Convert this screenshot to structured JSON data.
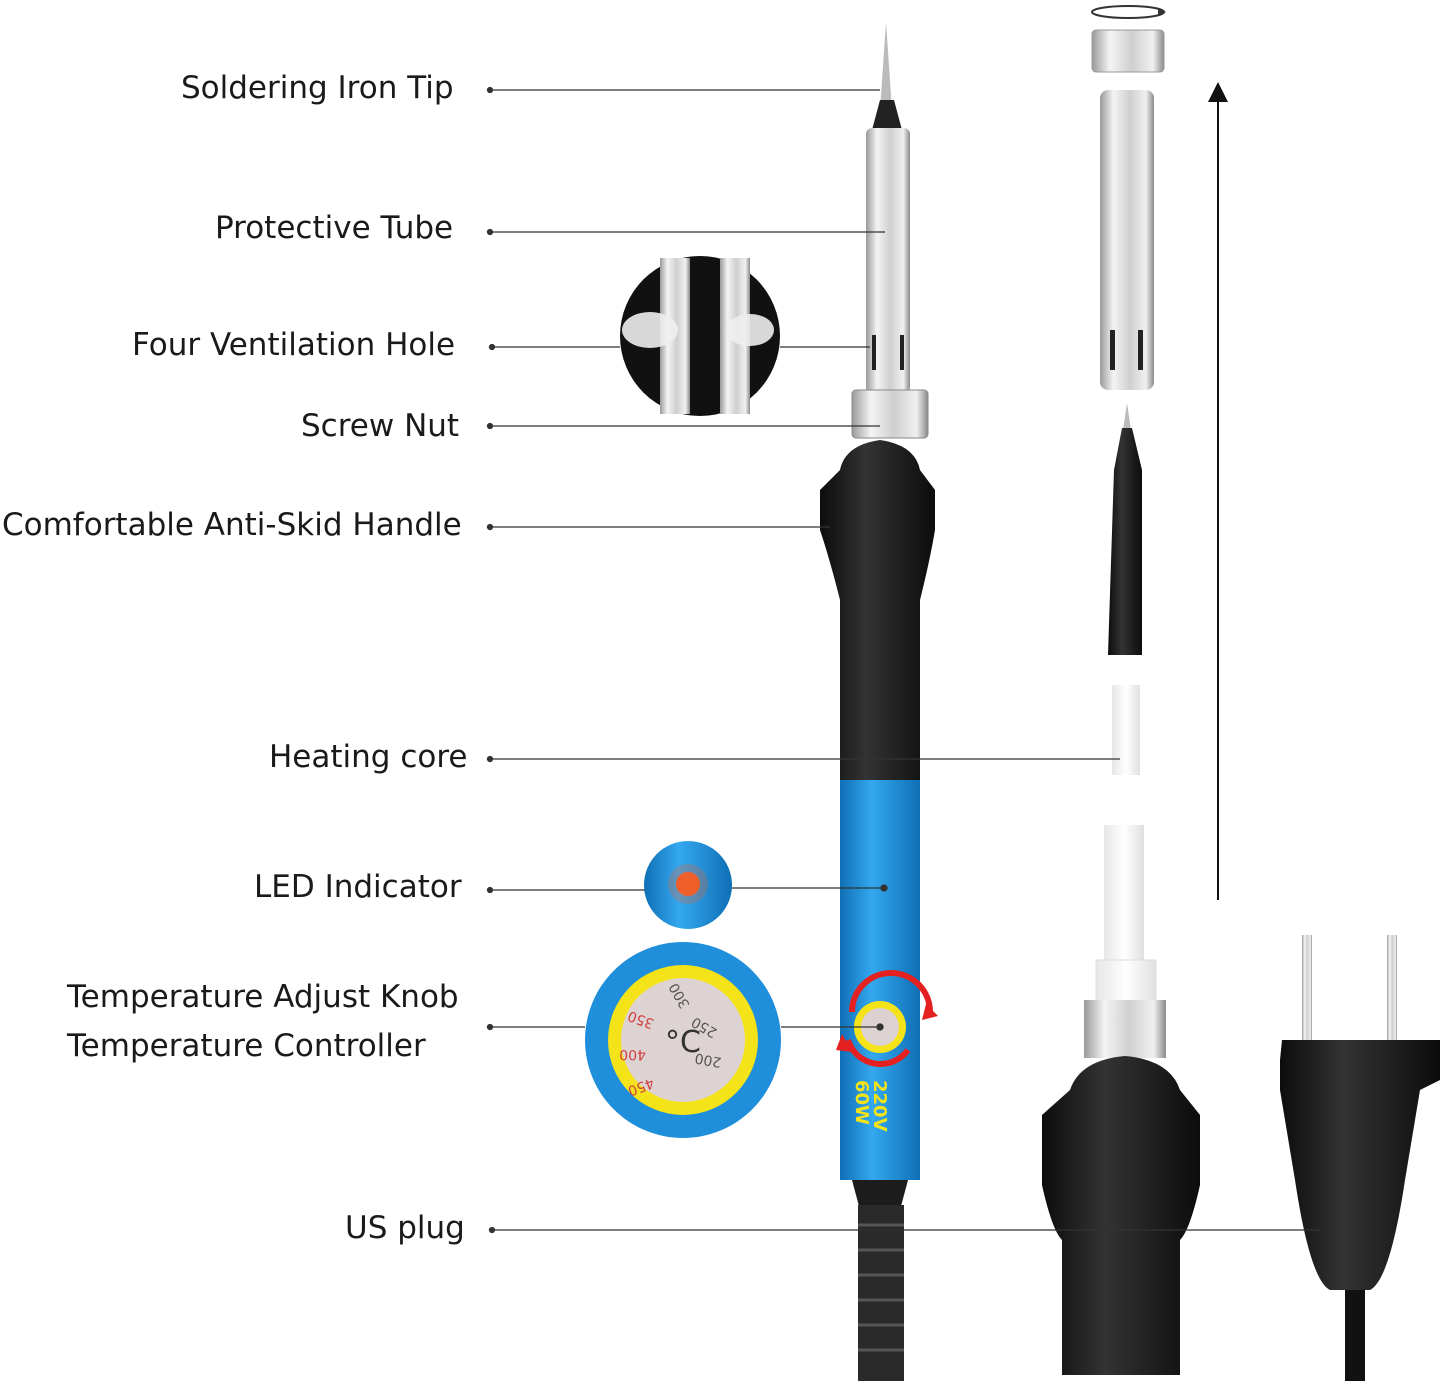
{
  "labels": {
    "tip": "Soldering Iron Tip",
    "tube": "Protective Tube",
    "vent": "Four Ventilation Hole",
    "nut": "Screw Nut",
    "handle": "Comfortable Anti-Skid Handle",
    "core": "Heating core",
    "led": "LED Indicator",
    "knob_1": "Temperature Adjust Knob",
    "knob_2": "Temperature Controller",
    "plug": "US plug"
  },
  "knob_scale": [
    "200",
    "250",
    "300",
    "350",
    "400",
    "450"
  ],
  "knob_unit": "°C",
  "rating": {
    "voltage": "220V",
    "power": "60W"
  },
  "colors": {
    "handle_blue": "#1e8fd8",
    "handle_black": "#1c1c1c",
    "arrow_red": "#e42020",
    "knob_yellow": "#f5e31a",
    "led_orange": "#ff5a1a"
  }
}
